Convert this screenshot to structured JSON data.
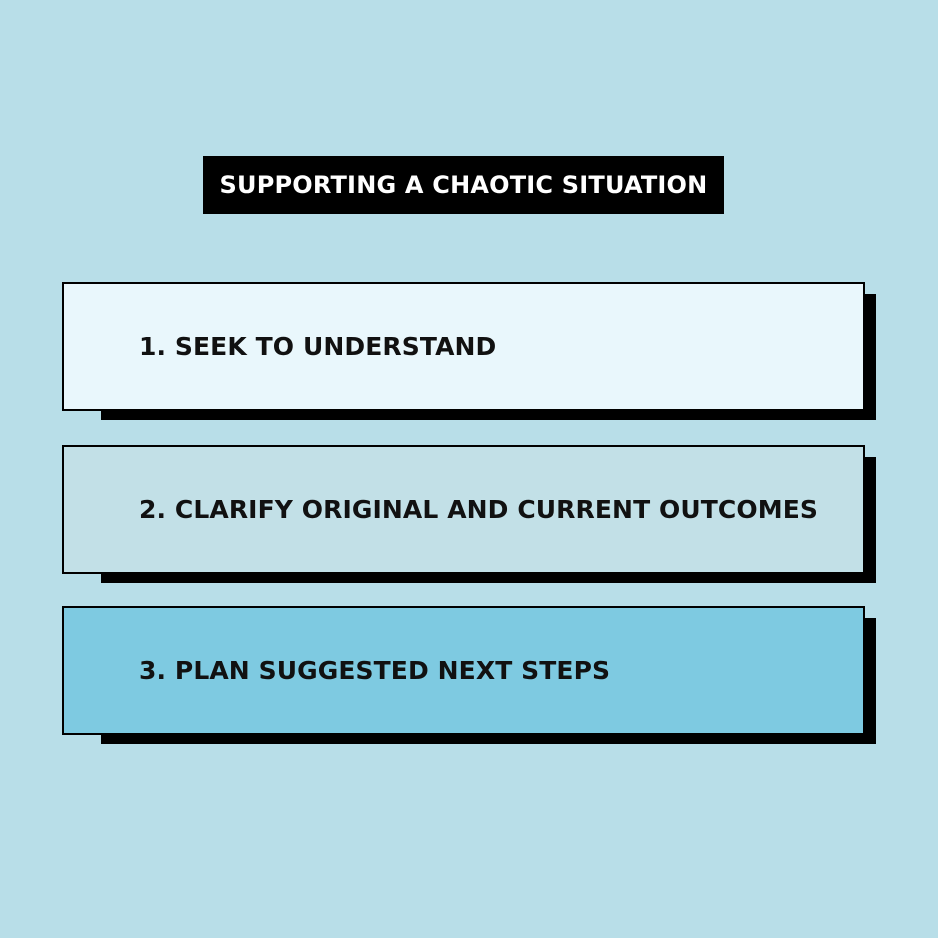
{
  "background_color": "#b8dee8",
  "title": "SUPPORTING A CHAOTIC SITUATION",
  "steps": [
    {
      "label": "1. SEEK TO UNDERSTAND",
      "fill_color": "#e9f7fc"
    },
    {
      "label": "2. CLARIFY ORIGINAL AND CURRENT OUTCOMES",
      "fill_color": "#c2e0e7"
    },
    {
      "label": "3. PLAN SUGGESTED NEXT STEPS",
      "fill_color": "#7ecae1"
    }
  ]
}
